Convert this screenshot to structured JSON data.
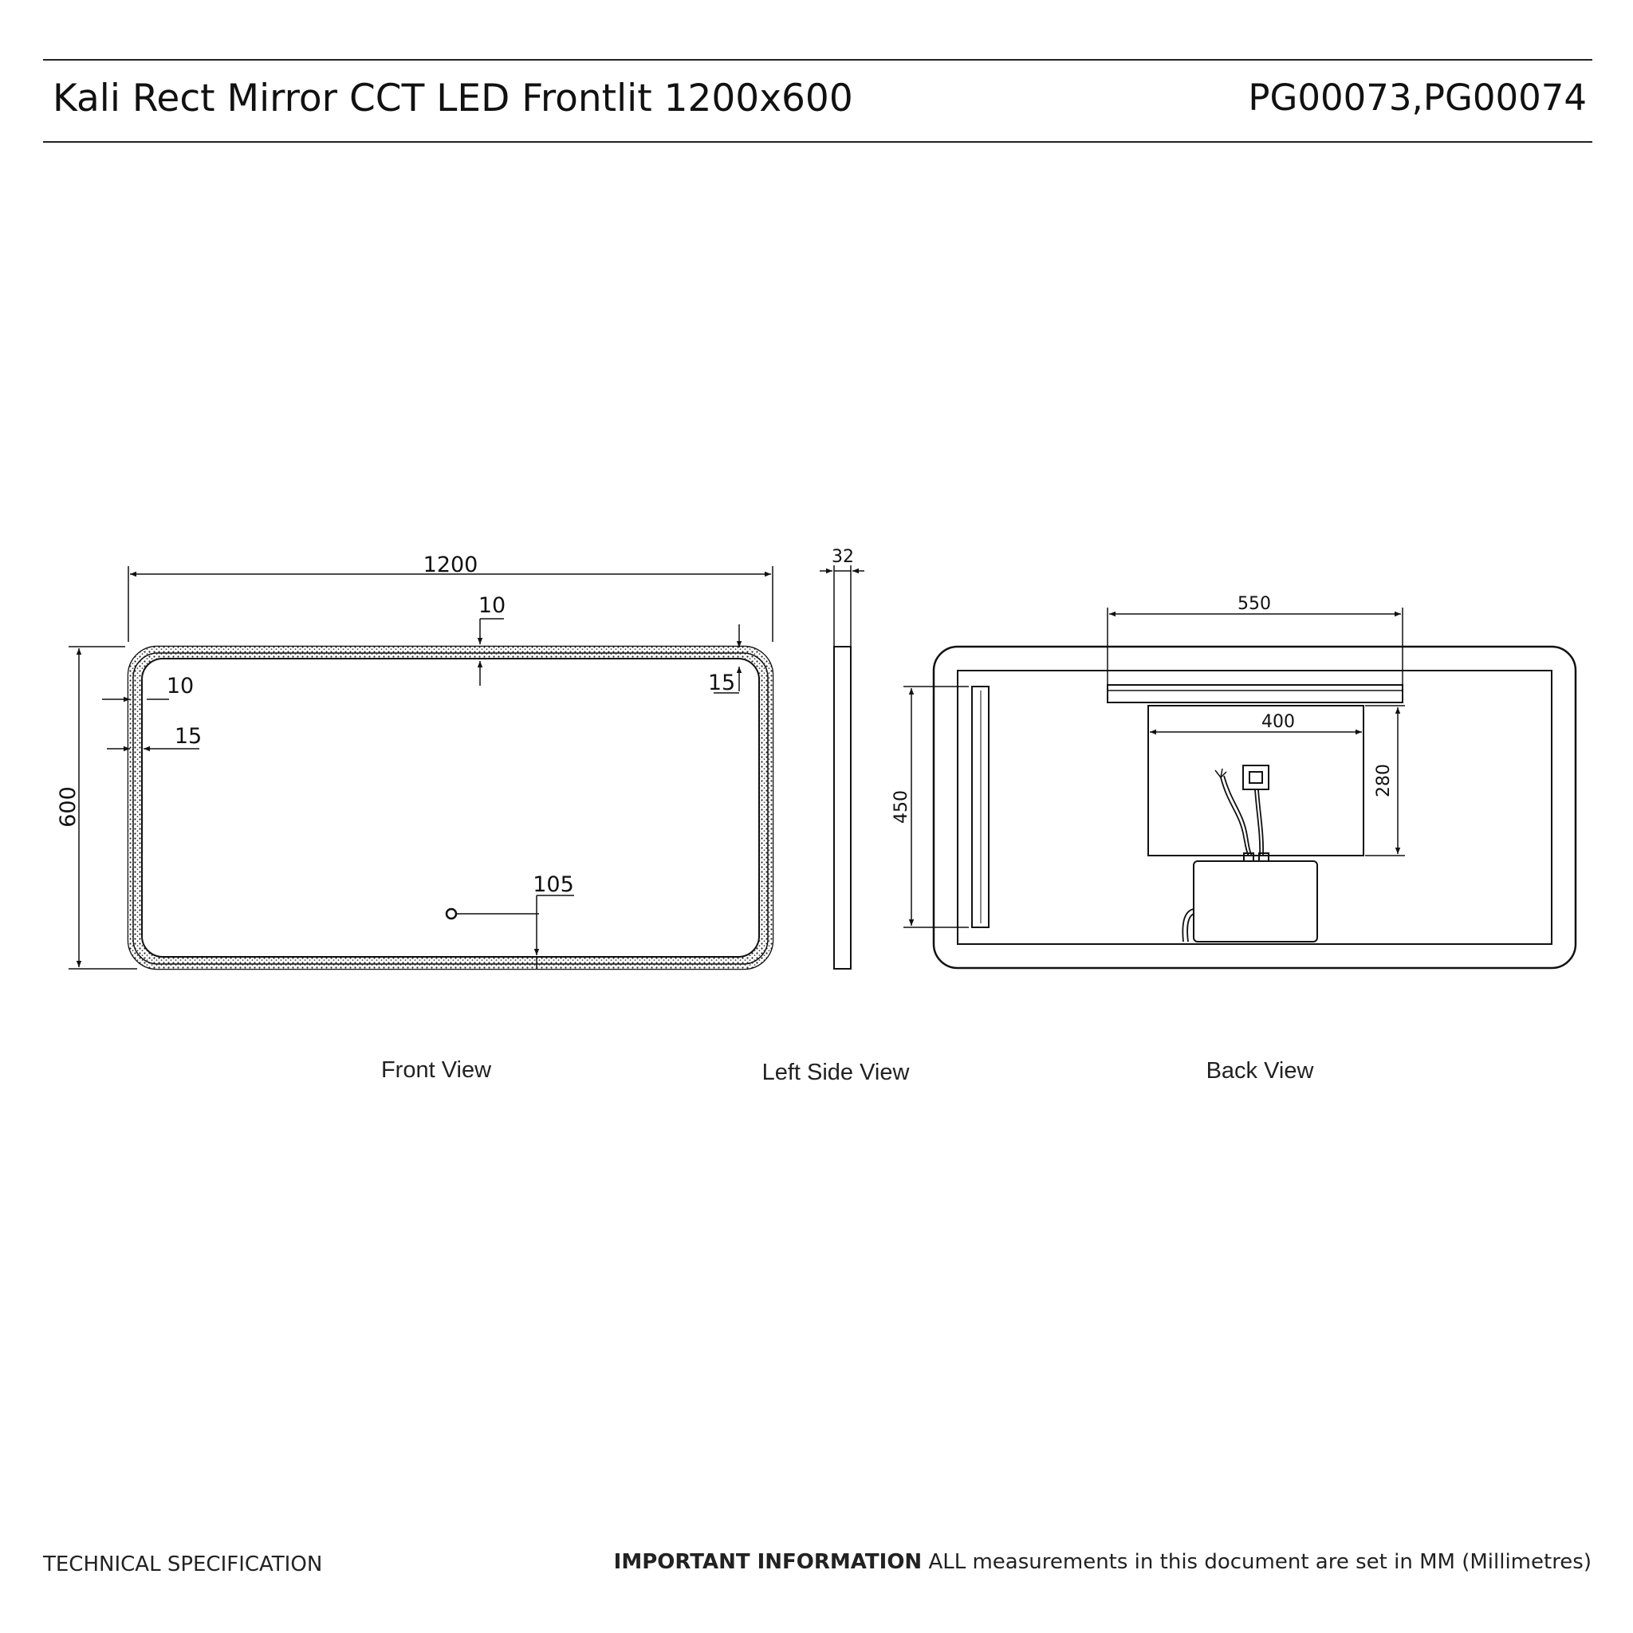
{
  "header": {
    "title": "Kali Rect Mirror CCT LED Frontlit 1200x600",
    "product_codes": "PG00073,PG00074"
  },
  "views": {
    "front": "Front View",
    "side": "Left Side View",
    "back": "Back View"
  },
  "dimensions": {
    "front_width": "1200",
    "front_height": "600",
    "top_led_offset": "10",
    "left_led_offset": "10",
    "left_led_width": "15",
    "corner_led_width": "15",
    "sensor_offset": "105",
    "side_depth": "32",
    "back_bracket_width": "550",
    "back_box_width": "400",
    "back_box_height": "280",
    "back_strip_height": "450"
  },
  "footer": {
    "left": "TECHNICAL SPECIFICATION",
    "right_bold": "IMPORTANT INFORMATION",
    "right_text": " ALL measurements in this document are set in MM (Millimetres)"
  }
}
